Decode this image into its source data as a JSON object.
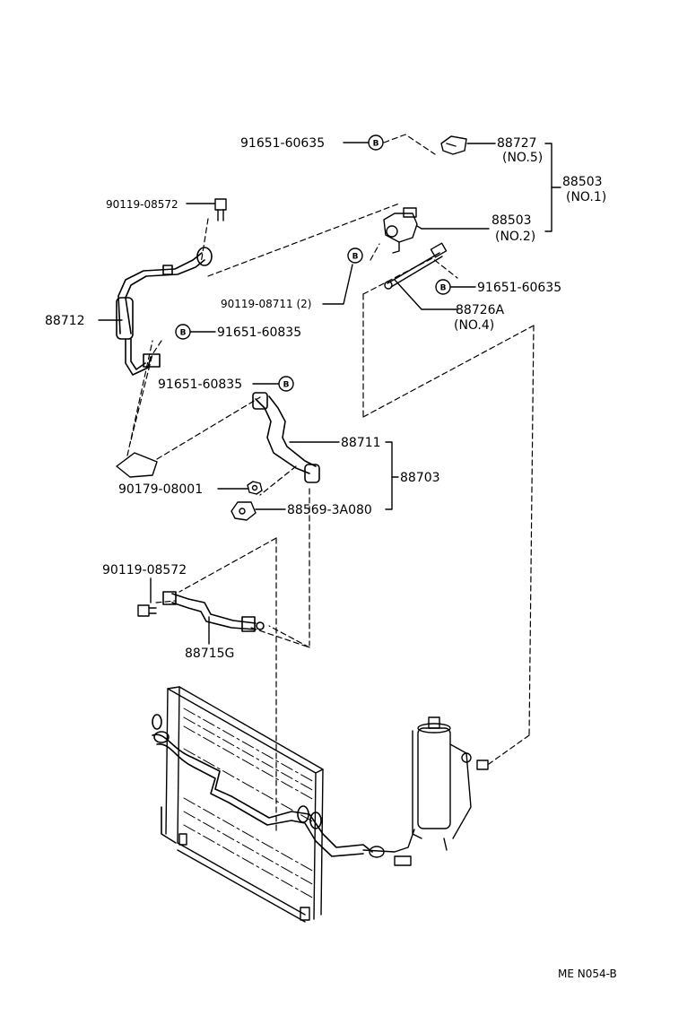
{
  "labels": {
    "p91651_60635_top": "91651-60635",
    "p88727": "88727",
    "p88727_no": "(NO.5)",
    "p88503_group": "88503",
    "p88503_group_no": "(NO.1)",
    "p88503_sub": "88503",
    "p88503_sub_no": "(NO.2)",
    "p90119_08572_top": "90119-08572",
    "p90119_08711": "90119-08711 (2)",
    "p91651_60635_mid": "91651-60635",
    "p88726A": "88726A",
    "p88726A_no": "(NO.4)",
    "p88712": "88712",
    "p91651_60835_a": "91651-60835",
    "p91651_60835_b": "91651-60835",
    "p88711": "88711",
    "p88703": "88703",
    "p90179_08001": "90179-08001",
    "p88569_3A080": "88569-3A080",
    "p90119_08572_low": "90119-08572",
    "p88715G": "88715G",
    "bolt_mark": "B",
    "footer_code": "ME  N054-B"
  }
}
